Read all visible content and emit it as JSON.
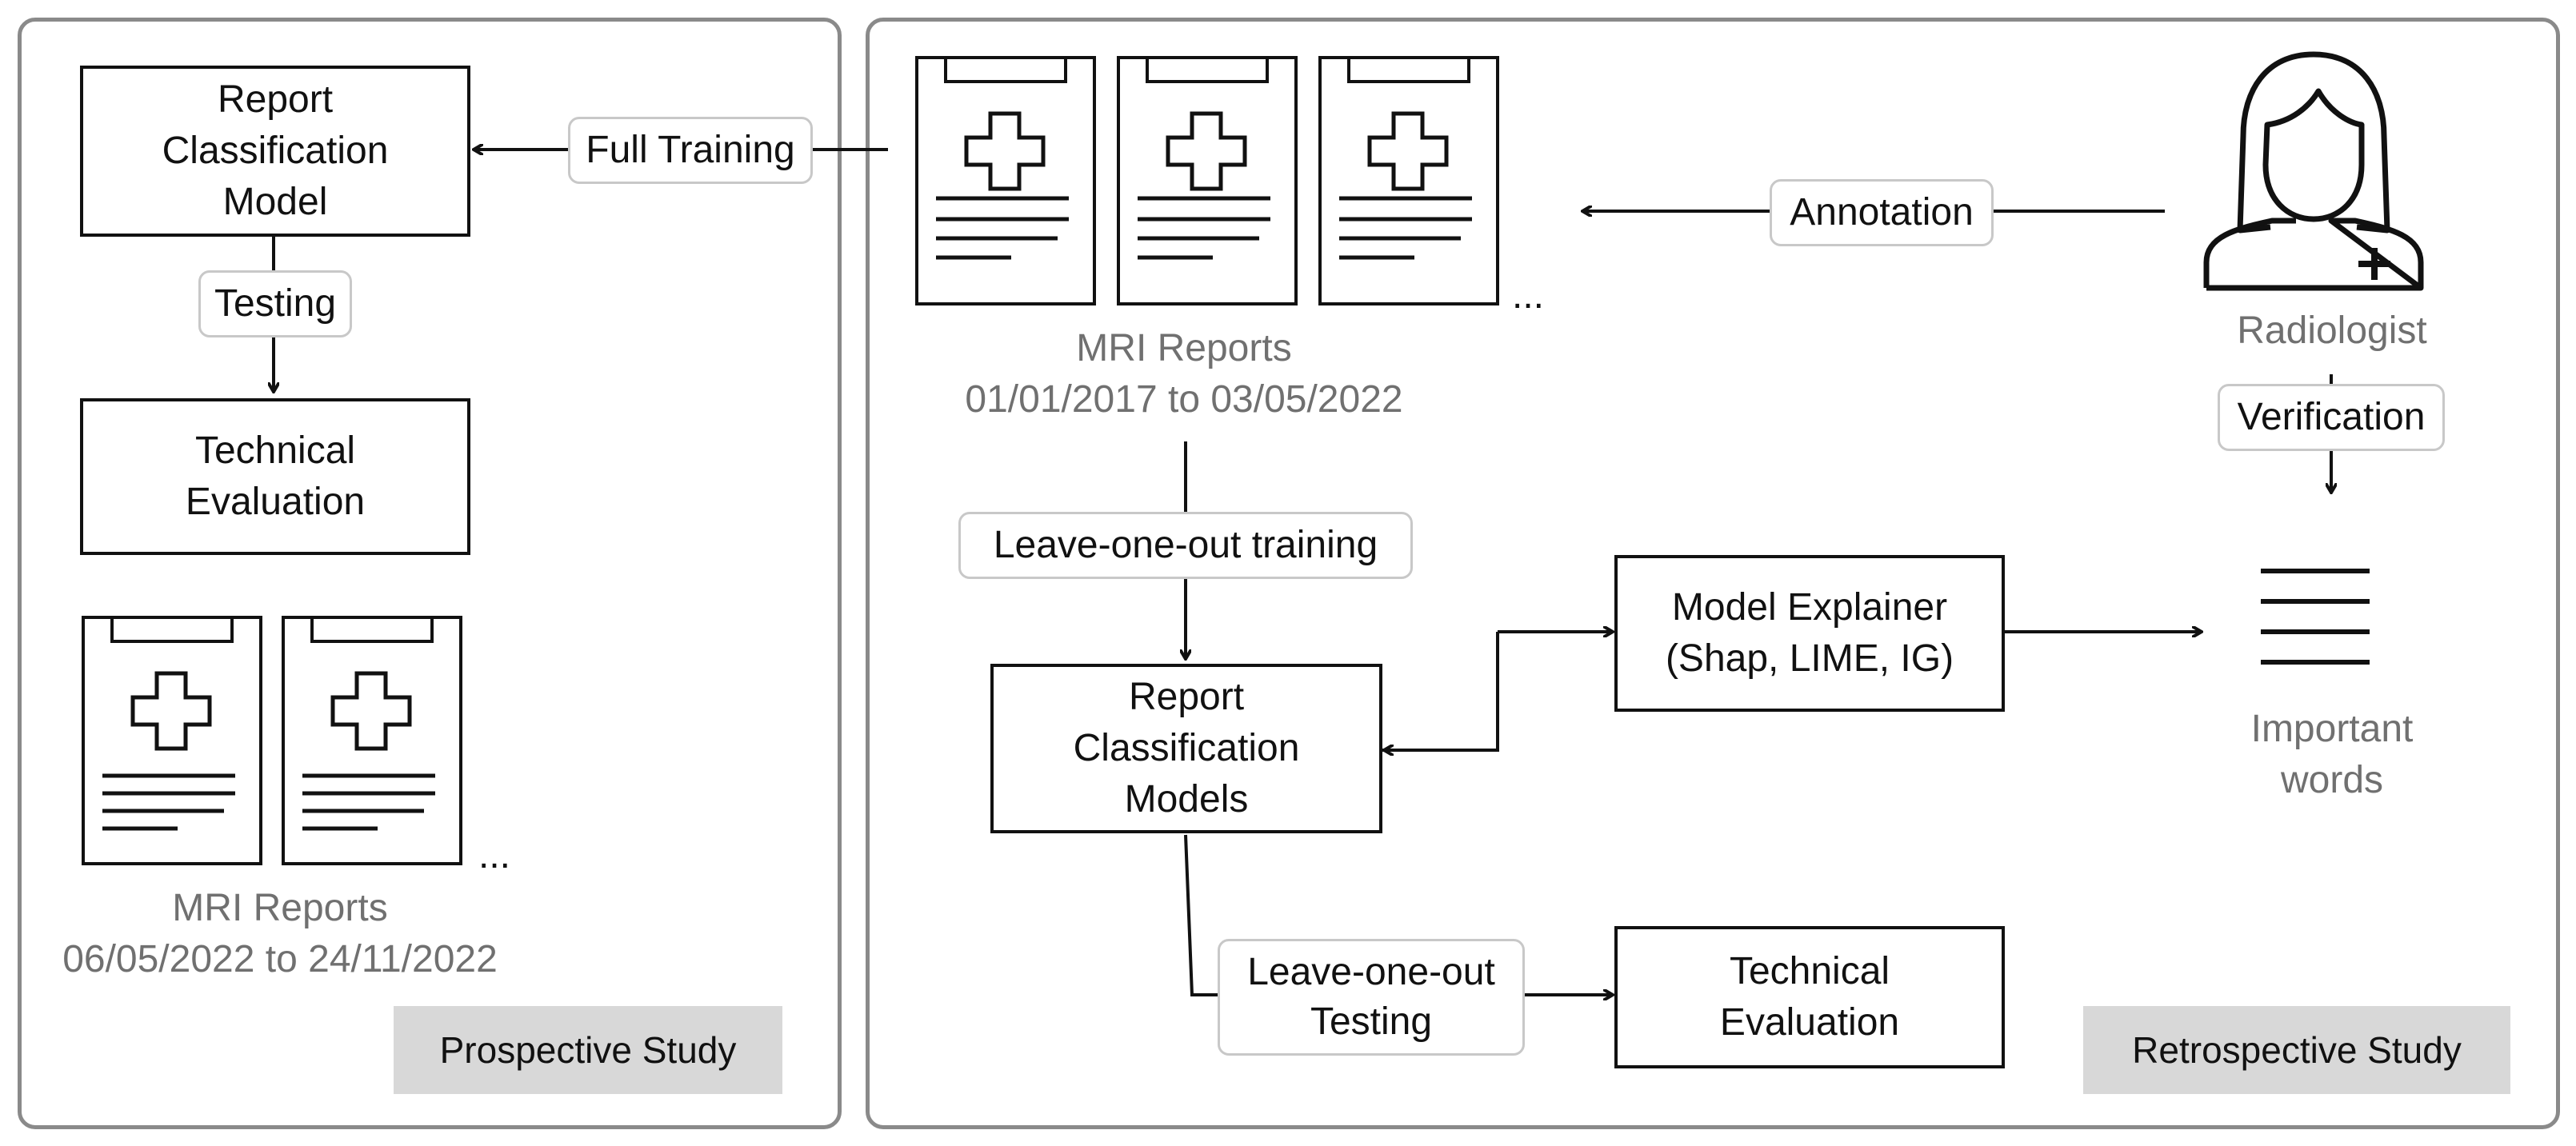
{
  "prospective": {
    "study_label": "Prospective Study",
    "model_box": "Report\nClassification\nModel",
    "testing_tag": "Testing",
    "evaluation_box": "Technical\nEvaluation",
    "reports_caption": "MRI Reports\n06/05/2022 to 24/11/2022",
    "ellipsis": "..."
  },
  "retrospective": {
    "study_label": "Retrospective Study",
    "full_training_tag": "Full Training",
    "reports_caption": "MRI Reports\n01/01/2017 to 03/05/2022",
    "ellipsis": "...",
    "annotation_tag": "Annotation",
    "radiologist_label": "Radiologist",
    "verification_tag": "Verification",
    "loo_training_tag": "Leave-one-out training",
    "models_box": "Report\nClassification\nModels",
    "explainer_box": "Model Explainer\n(Shap, LIME, IG)",
    "important_words_label": "Important\nwords",
    "loo_testing_tag": "Leave-one-out\nTesting",
    "evaluation_box": "Technical\nEvaluation"
  },
  "icons": {
    "report": "medical-report-clipboard-icon",
    "radiologist": "radiologist-person-icon",
    "words": "text-lines-icon"
  }
}
